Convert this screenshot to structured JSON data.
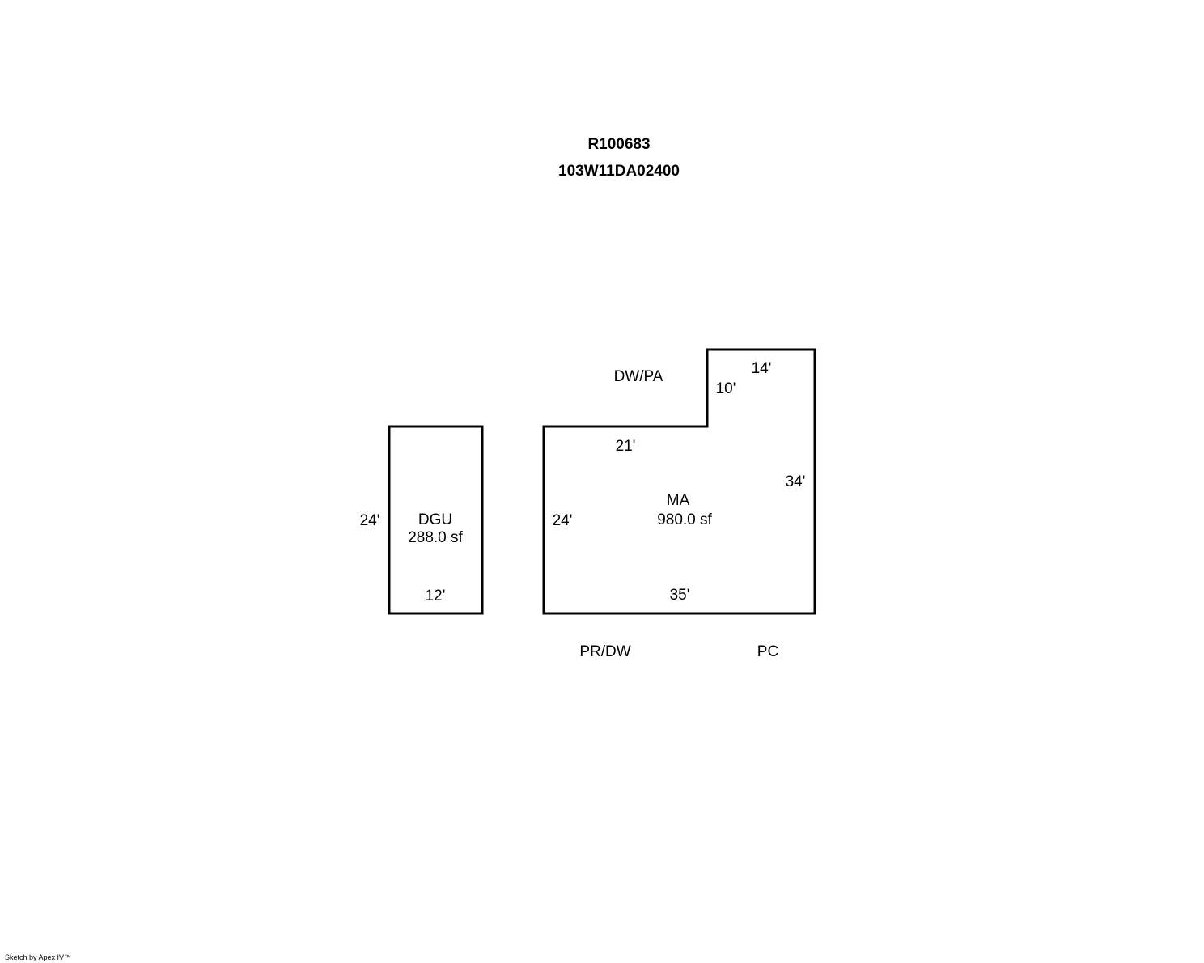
{
  "header": {
    "record_id": "R100683",
    "map_id": "103W11DA02400"
  },
  "areas": {
    "dgu": {
      "code": "DGU",
      "area": "288.0 sf",
      "dim_left": "24'",
      "dim_bottom": "12'"
    },
    "ma": {
      "code": "MA",
      "area": "980.0 sf",
      "dim_top_left": "21'",
      "dim_step": "10'",
      "dim_top_right": "14'",
      "dim_right": "34'",
      "dim_left": "24'",
      "dim_bottom": "35'"
    }
  },
  "labels": {
    "dw_pa": "DW/PA",
    "pr_dw": "PR/DW",
    "pc": "PC"
  },
  "footer": {
    "credit": "Sketch by Apex IV™"
  },
  "colors": {
    "line": "#000000",
    "background": "#ffffff"
  }
}
